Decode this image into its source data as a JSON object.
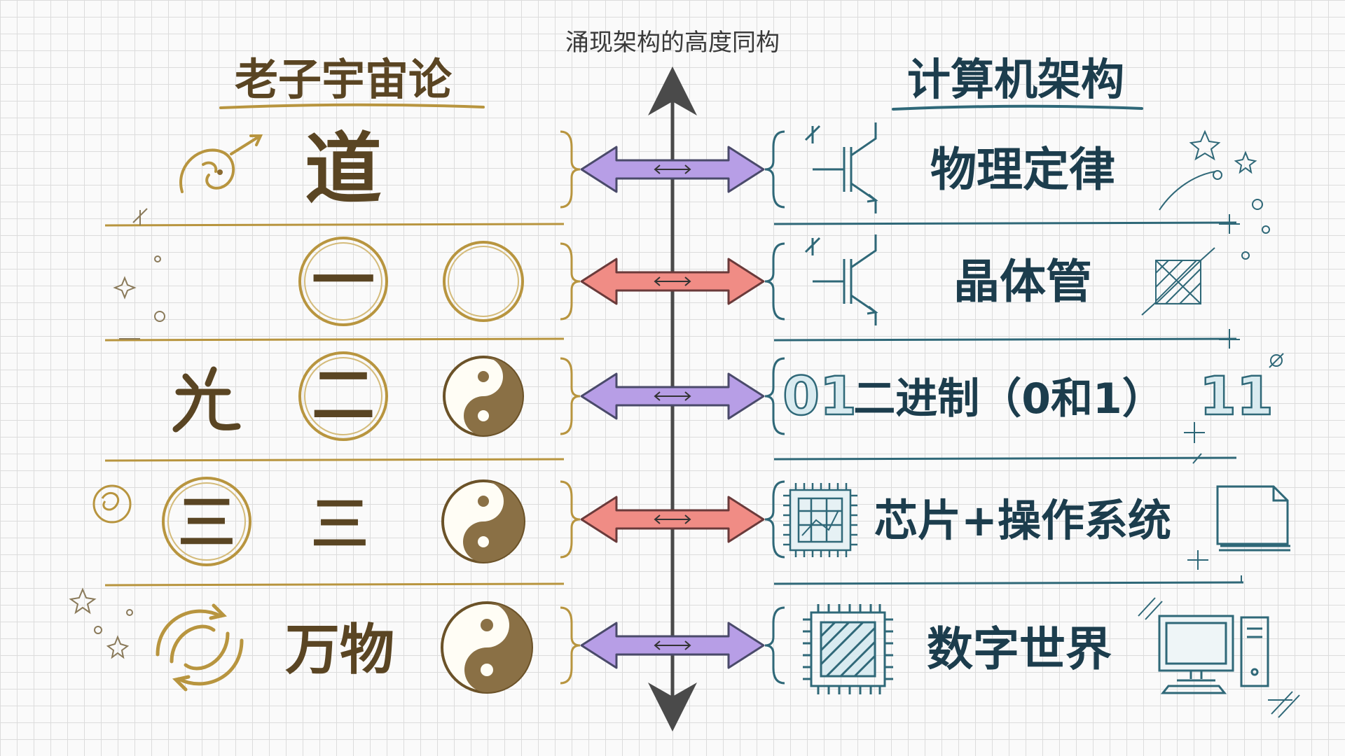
{
  "title": "涌现架构的高度同构",
  "left": {
    "heading": "老子宇宙论",
    "rows": [
      {
        "items": [
          "道"
        ]
      },
      {
        "items": [
          "一"
        ]
      },
      {
        "items": [
          "二"
        ]
      },
      {
        "items": [
          "三",
          "三"
        ]
      },
      {
        "items": [
          "万物"
        ]
      }
    ]
  },
  "right": {
    "heading": "计算机架构",
    "rows": [
      {
        "label": "物理定律"
      },
      {
        "label": "晶体管"
      },
      {
        "label": "二进制（0和1）",
        "prefix": "01",
        "suffix": "11"
      },
      {
        "label": "芯片+操作系统"
      },
      {
        "label": "数字世界"
      }
    ]
  },
  "colors": {
    "left_text": "#5a4523",
    "right_text": "#1c3d4d",
    "gold_line": "#b8953f",
    "teal_line": "#2f6878",
    "arrow_purple": "#b79ee6",
    "arrow_red": "#f08c85",
    "grid": "#dcdcdc"
  },
  "icons": {
    "left": [
      "swirl-icon",
      "circle-icon",
      "yin-yang-icon",
      "yin-yang-icon",
      "yin-yang-icon"
    ],
    "right": [
      "transistor-icon",
      "transistor-icon",
      "binary-icon",
      "chip-icon",
      "computer-icon"
    ]
  }
}
